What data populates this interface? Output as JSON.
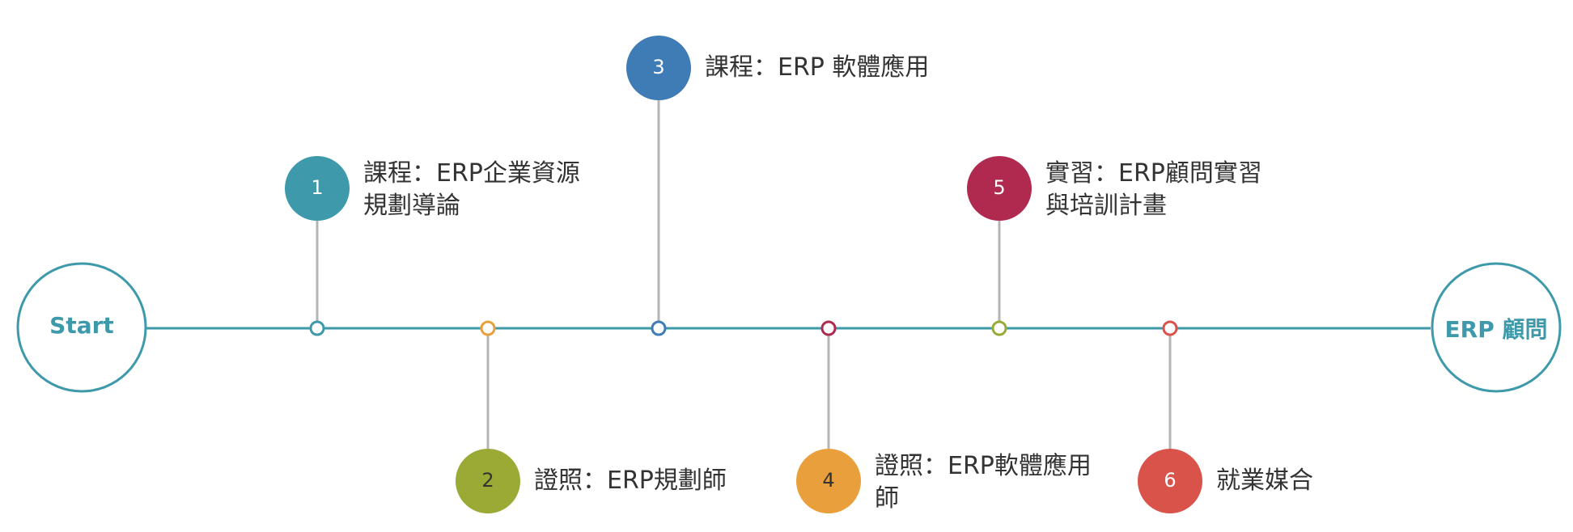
{
  "timeline": {
    "start_label": "Start",
    "end_label": "ERP 顧問",
    "line_color": "#3e9aab",
    "connector_color": "#b5b5b5",
    "steps": [
      {
        "number": "1",
        "label": "課程：ERP企業資源\n規劃導論",
        "color": "#3e9aab",
        "position": "above"
      },
      {
        "number": "2",
        "label": "證照：ERP規劃師",
        "color": "#9aaa35",
        "position": "below"
      },
      {
        "number": "3",
        "label": "課程：ERP 軟體應用",
        "color": "#3f7bb4",
        "position": "above"
      },
      {
        "number": "4",
        "label": "證照：ERP軟體應用\n師",
        "color": "#e9a03c",
        "position": "below"
      },
      {
        "number": "5",
        "label": "實習：ERP顧問實習\n與培訓計畫",
        "color": "#b02a4f",
        "position": "above"
      },
      {
        "number": "6",
        "label": "就業媒合",
        "color": "#d9534a",
        "position": "below"
      }
    ],
    "marker_colors": [
      "#3e9aab",
      "#e9a03c",
      "#3f7bb4",
      "#b02a4f",
      "#9aaa35",
      "#d9534a"
    ]
  }
}
